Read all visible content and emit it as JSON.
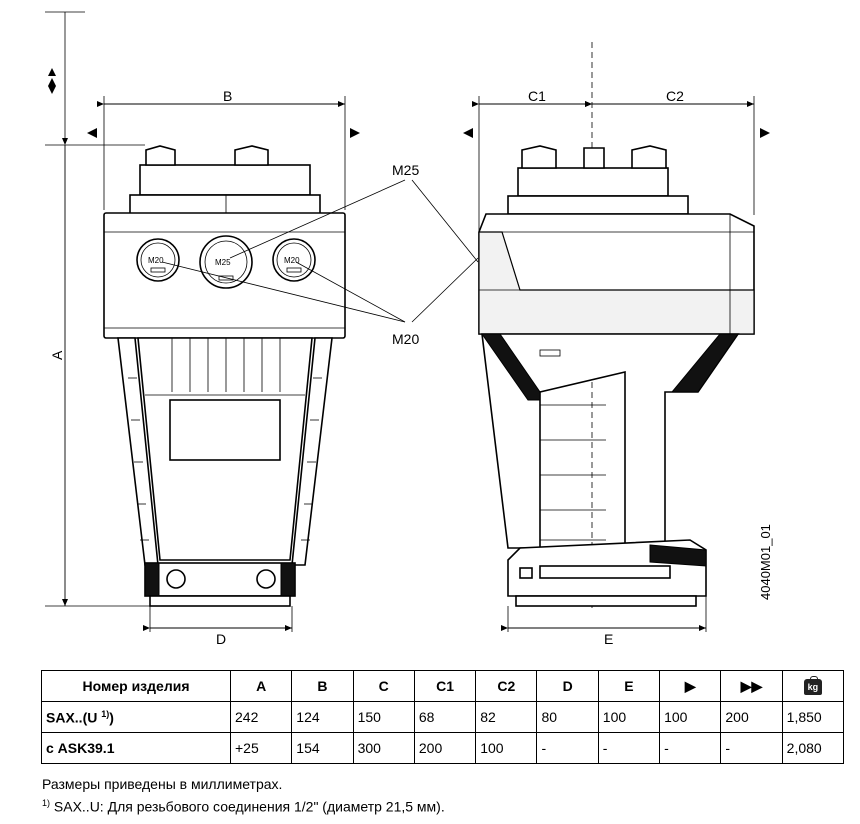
{
  "drawing": {
    "label_A": "A",
    "label_B": "B",
    "label_C1": "C1",
    "label_C2": "C2",
    "label_D": "D",
    "label_E": "E",
    "callout_m25": "M25",
    "callout_m20": "M20",
    "gland_m20_left": "M20",
    "gland_m25_center": "M25",
    "gland_m20_right": "M20",
    "drawing_id": "4040M01_01"
  },
  "table": {
    "headers": [
      "Номер изделия",
      "A",
      "B",
      "C",
      "C1",
      "C2",
      "D",
      "E",
      "▶",
      "▶▶",
      "kg-icon"
    ],
    "rows": [
      {
        "product": "SAX..(U ",
        "product_sup": "1)",
        "product_close": ")",
        "values": [
          "242",
          "124",
          "150",
          "68",
          "82",
          "80",
          "100",
          "100",
          "200",
          "1,850"
        ]
      },
      {
        "product": "с ASK39.1",
        "values": [
          "+25",
          "154",
          "300",
          "200",
          "100",
          "-",
          "-",
          "-",
          "-",
          "2,080"
        ]
      }
    ]
  },
  "notes": {
    "line1": "Размеры приведены в миллиметрах.",
    "line2_sup": "1)",
    "line2": " SAX..U: Для резьбового соединения 1/2\" (диаметр 21,5 мм)."
  },
  "icons": [
    "kg-icon",
    "arrow-right-icon",
    "double-arrow-right-icon"
  ]
}
